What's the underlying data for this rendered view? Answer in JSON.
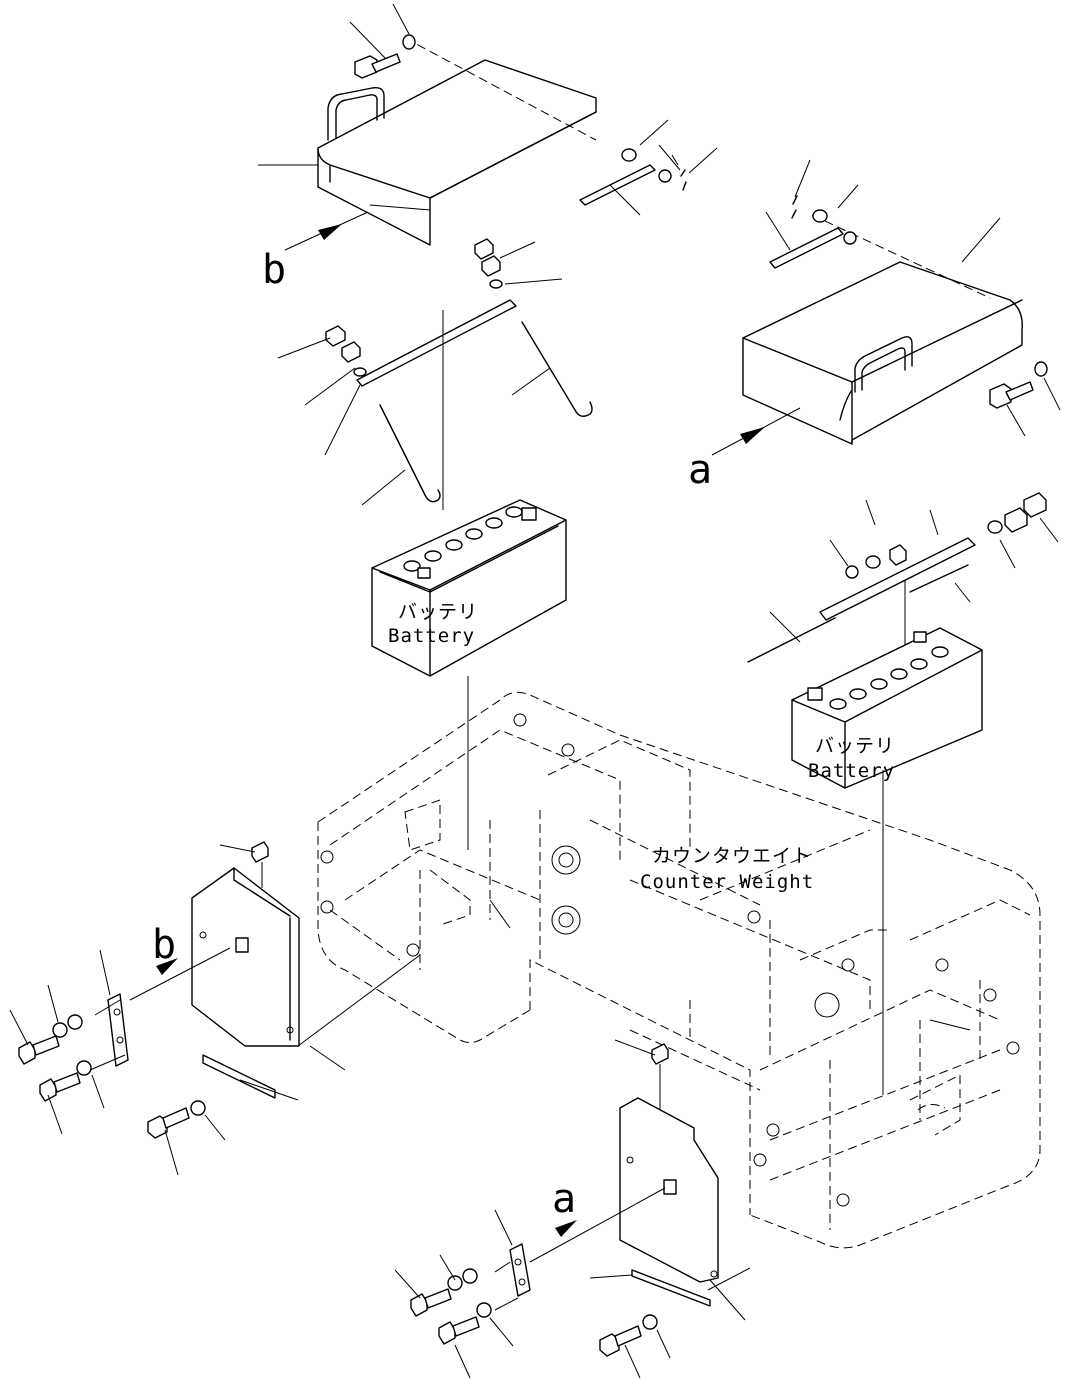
{
  "labels": {
    "battery_left_jp": "バッテリ",
    "battery_left_en": "Battery",
    "battery_right_jp": "バッテリ",
    "battery_right_en": "Battery",
    "counterweight_jp": "カウンタウエイト",
    "counterweight_en": "Counter Weight",
    "view_a_top": "a",
    "view_b_top": "b",
    "view_b_bottom": "b",
    "view_a_bottom": "a"
  }
}
